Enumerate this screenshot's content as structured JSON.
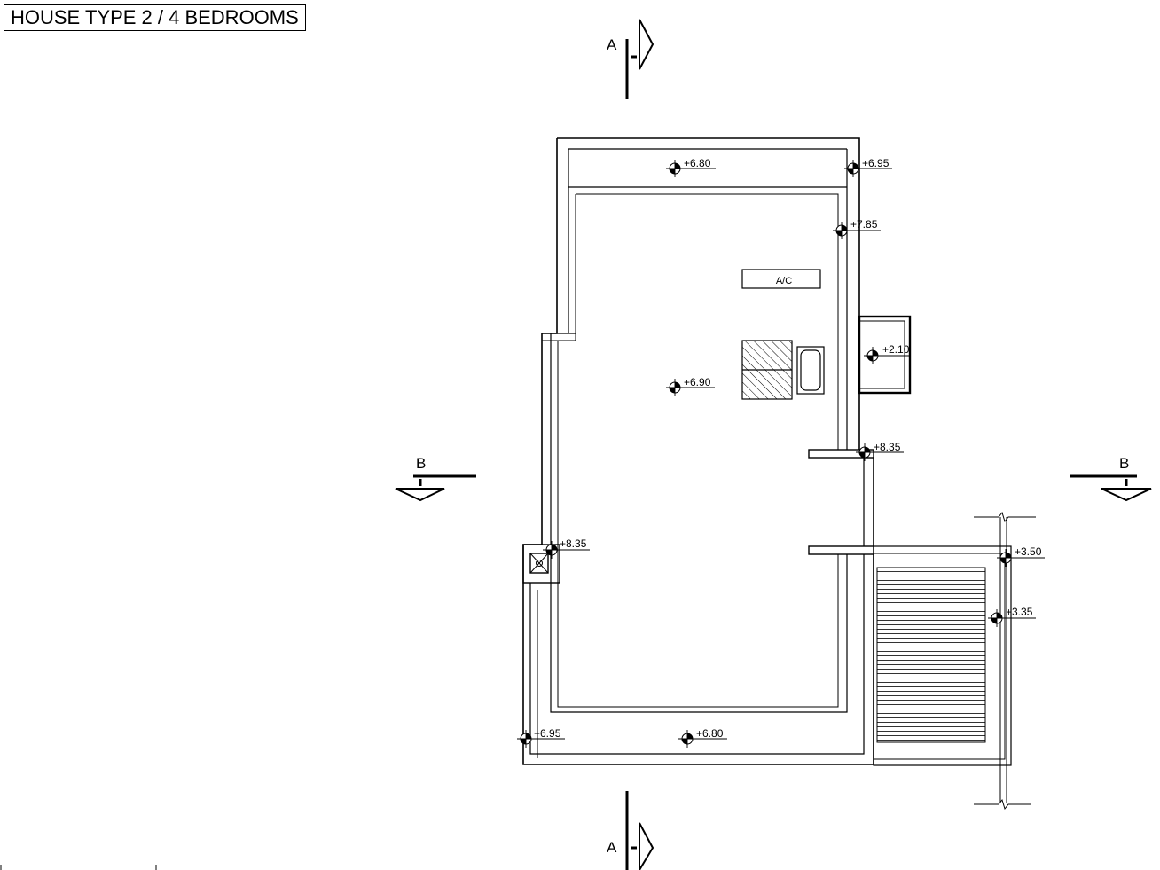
{
  "title": "HOUSE TYPE 2 / 4 BEDROOMS",
  "section_marks": {
    "a_top": "A",
    "a_bottom": "A",
    "b_left": "B",
    "b_right": "B"
  },
  "ac_label": "A/C",
  "levels": {
    "parapet_top": "+6.80",
    "top_right_corner": "+6.95",
    "wall_top_right": "+7.85",
    "roof_slab": "+6.90",
    "side_box": "+2.10",
    "stair_wall": "+8.35",
    "chimney": "+8.35",
    "stair_top": "+3.50",
    "stair_bottom": "+3.35",
    "bottom_left_corner": "+6.95",
    "parapet_bottom": "+6.80"
  }
}
